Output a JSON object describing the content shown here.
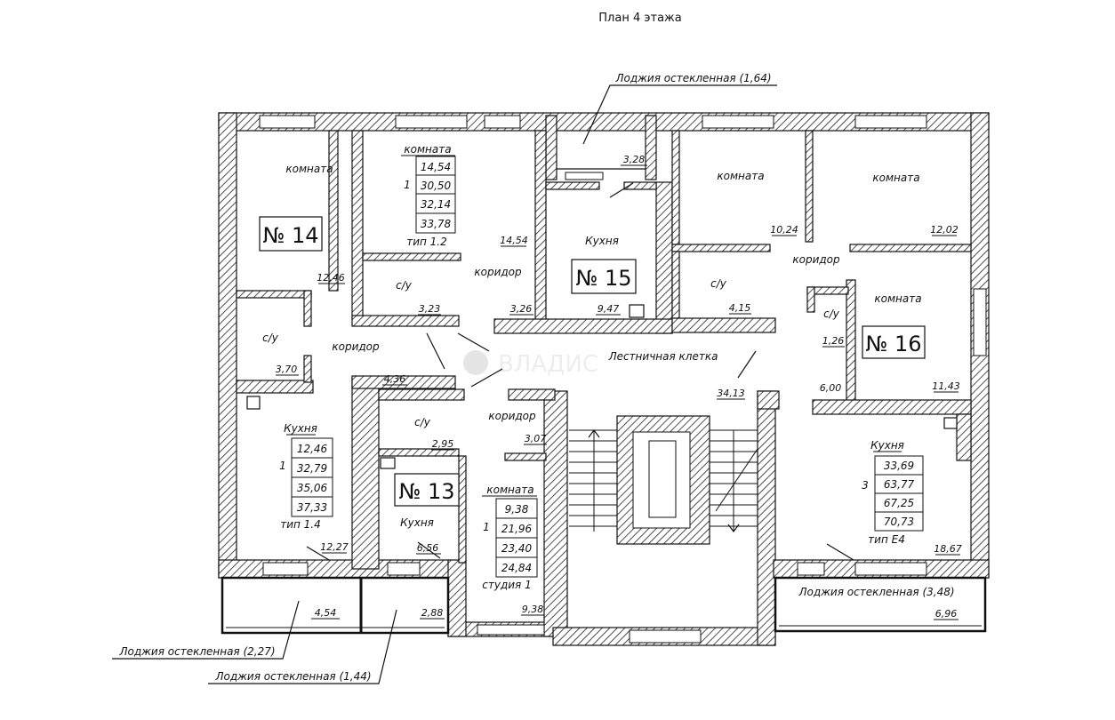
{
  "title": "План 4 этажа",
  "watermark": "ВЛАДИС",
  "labels": {
    "room": "комната",
    "kitchen": "Кухня",
    "corridor": "коридор",
    "bath": "с/у",
    "stair": "Лестничная клетка"
  },
  "apartments": {
    "a14": {
      "number": "№ 14",
      "rooms": "1",
      "areas": [
        "12,46",
        "32,79",
        "35,06",
        "37,33"
      ],
      "type": "тип 1.4",
      "room_area": "12,46",
      "bath_area": "3,70",
      "corridor_area": "4,36",
      "kitchen_area": "12,27",
      "loggia_area": "4,54"
    },
    "a15": {
      "number": "№ 15",
      "rooms": "1",
      "areas": [
        "14,54",
        "30,50",
        "32,14",
        "33,78"
      ],
      "type": "тип 1.2",
      "room_area": "14,54",
      "bath_area": "3,23",
      "corridor_area": "3,26",
      "kitchen_area": "9,47",
      "loggia_area": "3,28"
    },
    "a16": {
      "number": "№ 16",
      "rooms": "3",
      "areas": [
        "33,69",
        "63,77",
        "67,25",
        "70,73"
      ],
      "type": "тип Е4",
      "room1_area": "10,24",
      "room2_area": "12,02",
      "room3_area": "11,43",
      "bath1_area": "4,15",
      "bath2_area": "1,26",
      "corridor_area": "6,00",
      "kitchen_area": "18,67",
      "loggia_area": "6,96"
    },
    "a13": {
      "number": "№ 13",
      "rooms": "1",
      "areas": [
        "9,38",
        "21,96",
        "23,40",
        "24,84"
      ],
      "type": "студия 1",
      "room_area": "9,38",
      "bath_area": "2,95",
      "corridor_area": "3,07",
      "kitchen_area": "6,56",
      "loggia_area": "2,88"
    }
  },
  "stair_area": "34,13",
  "loggias": {
    "top": "Лоджия остекленная (1,64)",
    "right": "Лоджия остекленная (3,48)",
    "bottom_left_1": "Лоджия остекленная (2,27)",
    "bottom_left_2": "Лоджия остекленная (1,44)"
  }
}
